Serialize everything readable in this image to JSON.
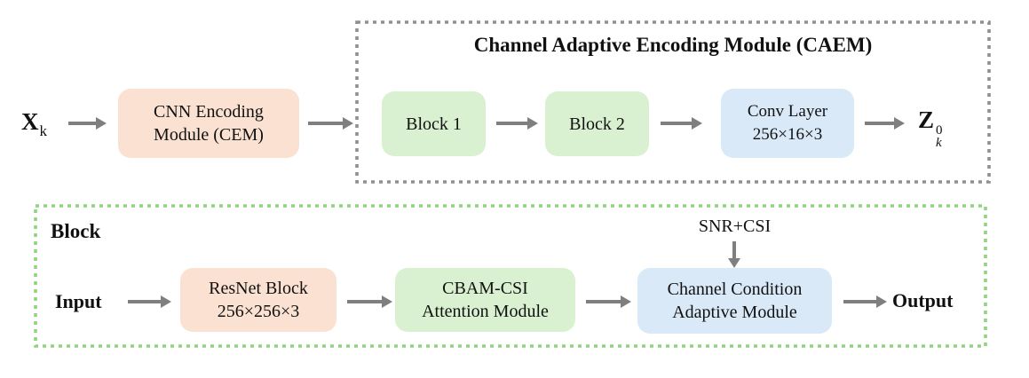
{
  "figure": {
    "top": {
      "input_base": "X",
      "input_sub": "k",
      "cem_line1": "CNN Encoding",
      "cem_line2": "Module (CEM)",
      "caem_title": "Channel Adaptive Encoding Module (CAEM)",
      "block1_label": "Block 1",
      "block2_label": "Block 2",
      "conv_line1": "Conv Layer",
      "conv_line2": "256×16×3",
      "output_base": "Z",
      "output_sup": "0",
      "output_sub": "k"
    },
    "bottom": {
      "title": "Block",
      "input_label": "Input",
      "resnet_line1": "ResNet Block",
      "resnet_line2": "256×256×3",
      "cbam_line1": "CBAM-CSI",
      "cbam_line2": "Attention Module",
      "snr_label": "SNR+CSI",
      "ccam_line1": "Channel Condition",
      "ccam_line2": "Adaptive Module",
      "output_label": "Output"
    }
  },
  "colors": {
    "peach_box": "#fae1d2",
    "green_box": "#d9f1d0",
    "blue_box": "#dae9f7",
    "gray_dotted": "#909090",
    "green_dotted": "#8fd47e",
    "arrow_gray": "#7f7f7f",
    "text": "#111111"
  }
}
